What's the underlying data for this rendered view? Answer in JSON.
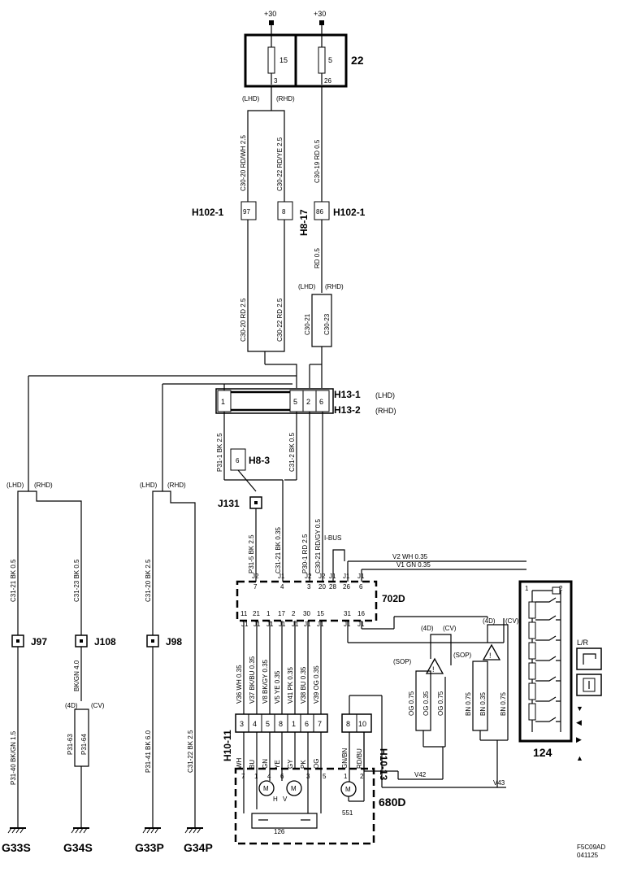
{
  "fusebox": {
    "supply_left": "+30",
    "supply_right": "+30",
    "fuse_a": "15",
    "fuse_a_pin": "3",
    "fuse_b": "5",
    "fuse_b_pin": "26",
    "id": "22"
  },
  "variants": {
    "lhd": "(LHD)",
    "rhd": "(RHD)",
    "d4": "(4D)",
    "cv": "(CV)",
    "sop": "(SOP)"
  },
  "wires": {
    "c30_20_top": "C30-20  RD/WH  2.5",
    "c30_22_top": "C30-22  RD/YE  2.5",
    "c30_19": "C30-19  RD  0.5",
    "rd05": "RD  0.5",
    "c30_20_bot": "C30-20  RD  2.5",
    "c30_22_bot": "C30-22  RD  2.5",
    "c30_21": "C30-21",
    "c30_23": "C30-23",
    "p31_1": "P31-1  BK  2.5",
    "c31_2": "C31-2  BK  0.5",
    "p31_5": "P31-5  BK  2.5",
    "c31_21_mid": "C31-21  BK  0.35",
    "p30_1": "P30-1  RD  2.5",
    "c30_21_mid": "C30-21  RD/GY  0.5",
    "ibus": "I-BUS",
    "v2": "V2   WH   0.35",
    "v1": "V1   GN   0.35",
    "c31_21_left": "C31-21  BK  0.5",
    "c31_23": "C31-23  BK  0.5",
    "c31_20": "C31-20  BK  2.5",
    "p31_40": "P31-40  BK/GN  1.5",
    "bkgn40": "BK/GN  4.0",
    "p31_63": "P31-63",
    "p31_64": "P31-64",
    "p31_41": "P31-41  BK  6.0",
    "c31_22": "C31-22  BK  2.5",
    "v36": "V36  WH  0.35",
    "v37": "V37  BK/BU  0.35",
    "v8": "V8  BK/GY  0.35",
    "v5": "V5  YE  0.35",
    "v41": "V41  PK  0.35",
    "v38": "V38  BU  0.35",
    "v39": "V39  OG  0.35",
    "og075a": "OG  0.75",
    "og035": "OG  0.35",
    "og075b": "OG  0.75",
    "bn075a": "BN  0.75",
    "bn035": "BN  0.35",
    "bn075b": "BN  0.75",
    "v42": "V42",
    "v43": "V43"
  },
  "connectors": {
    "h102_1_left": "H102-1",
    "h102_1_right": "H102-1",
    "h8_17": "H8-17",
    "pin97": "97",
    "pin8": "8",
    "pin86": "86",
    "h13_1": "H13-1",
    "h13_1_var": "(LHD)",
    "h13_2": "H13-2",
    "h13_2_var": "(RHD)",
    "h13_pins": [
      "1",
      "5",
      "2",
      "6"
    ],
    "h8_3": "H8-3",
    "h8_3_pin": "6",
    "j131": "J131",
    "h10_11": "H10-11",
    "h10_13": "H10-13"
  },
  "module_702d": {
    "id": "702D",
    "top_pins": [
      {
        "j": "J2",
        "n": "7"
      },
      {
        "j": "J1",
        "n": "4"
      },
      {
        "j": "J2",
        "n": "3"
      },
      {
        "j": "J2",
        "n": "20"
      },
      {
        "j": "J1",
        "n": "28"
      },
      {
        "j": "J1",
        "n": "26"
      },
      {
        "j": "J1",
        "n": "6"
      }
    ],
    "bottom_pins": [
      {
        "n": "11",
        "j": "J1"
      },
      {
        "n": "21",
        "j": "J1"
      },
      {
        "n": "1",
        "j": "J1"
      },
      {
        "n": "17",
        "j": "J1"
      },
      {
        "n": "2",
        "j": "J1"
      },
      {
        "n": "30",
        "j": "J1"
      },
      {
        "n": "15",
        "j": "J1"
      },
      {
        "n": "31",
        "j": "J1"
      },
      {
        "n": "16",
        "j": "J1"
      }
    ]
  },
  "h10_11_pins": [
    "3",
    "4",
    "5",
    "8",
    "1",
    "6",
    "7"
  ],
  "h10_13_pins": [
    "8",
    "10"
  ],
  "module_680d": {
    "id": "680D",
    "colors": [
      "WH",
      "BU",
      "GN",
      "YE",
      "GY",
      "PK",
      "OG",
      "GN/BN",
      "RD/BU"
    ],
    "pins_a": [
      "7",
      "1",
      "4",
      "6",
      "3",
      "5"
    ],
    "pins_b": [
      "1",
      "2"
    ],
    "motor": "M",
    "sub_126": "126",
    "sub_551": "551",
    "h": "H",
    "v": "V"
  },
  "switch_124": {
    "id": "124",
    "pin1": "1",
    "pin2": "2",
    "lr": "L/R",
    "triangles": [
      "▼",
      "◀",
      "▶",
      "▲"
    ]
  },
  "splices": {
    "j97": "J97",
    "j108": "J108",
    "j98": "J98"
  },
  "grounds": {
    "g33s": "G33S",
    "g34s": "G34S",
    "g33p": "G33P",
    "g34p": "G34P"
  },
  "footer": {
    "ref": "F5C09AD",
    "date": "041125"
  },
  "warning_symbol": "!"
}
